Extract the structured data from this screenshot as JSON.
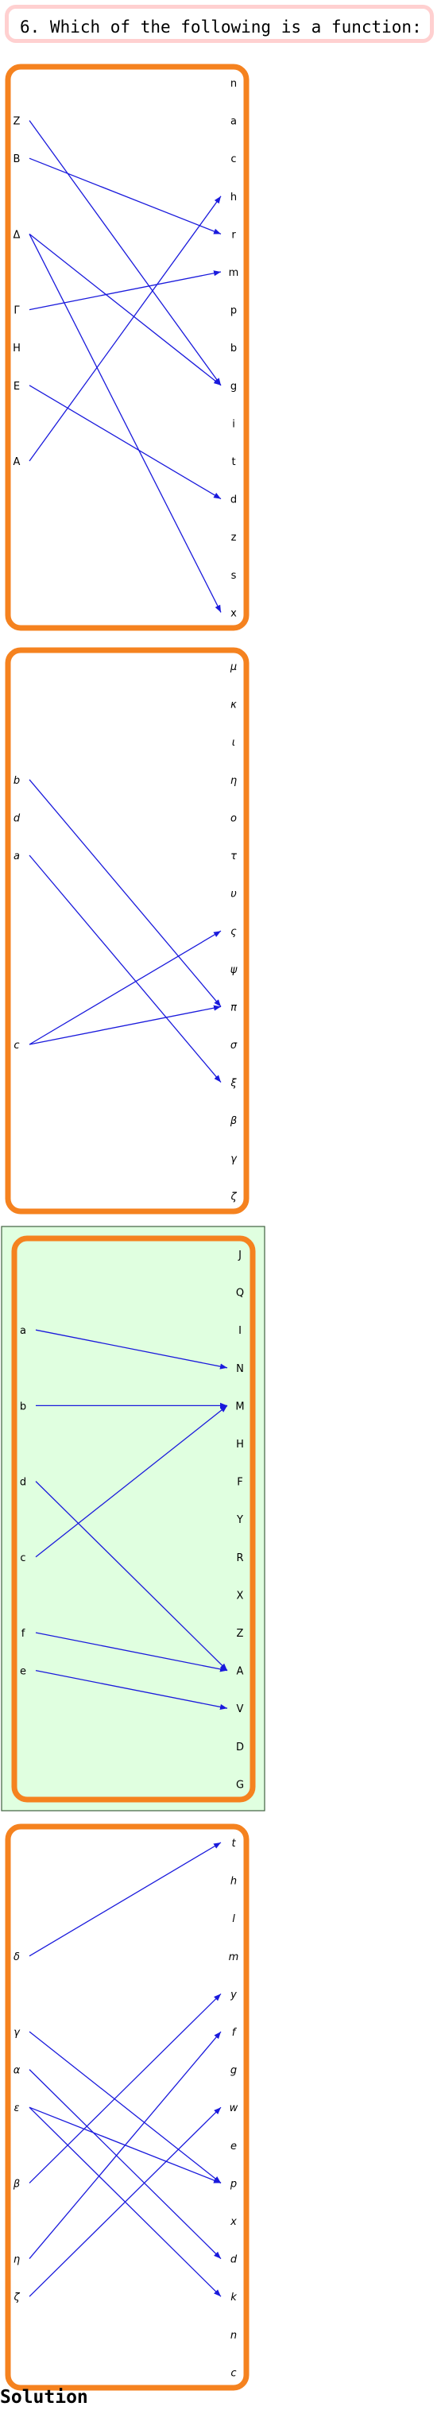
{
  "question": "6. Which of the following is a function:",
  "solution_label": "Solution",
  "colors": {
    "frame": "#f5821f",
    "arrow": "#1a1adc",
    "highlight_fill": "#e0ffe0",
    "highlight_border": "#406040",
    "question_border": "#ffd0d0"
  },
  "diagrams": [
    {
      "highlighted": false,
      "italic": false,
      "left": [
        "Z",
        "B",
        "Δ",
        "Γ",
        "H",
        "E",
        "A"
      ],
      "left_slots": [
        1,
        2,
        4,
        6,
        7,
        8,
        10
      ],
      "right": [
        "n",
        "a",
        "c",
        "h",
        "r",
        "m",
        "p",
        "b",
        "g",
        "i",
        "t",
        "d",
        "z",
        "s",
        "x"
      ],
      "arrows": [
        [
          "Z",
          "g"
        ],
        [
          "B",
          "r"
        ],
        [
          "Δ",
          "g"
        ],
        [
          "Δ",
          "x"
        ],
        [
          "Γ",
          "m"
        ],
        [
          "E",
          "d"
        ],
        [
          "A",
          "h"
        ]
      ]
    },
    {
      "highlighted": false,
      "italic": true,
      "left": [
        "b",
        "d",
        "a",
        "c"
      ],
      "left_slots": [
        3,
        4,
        5,
        10
      ],
      "right": [
        "μ",
        "κ",
        "ι",
        "η",
        "ο",
        "τ",
        "υ",
        "ς",
        "ψ",
        "π",
        "σ",
        "ξ",
        "β",
        "γ",
        "ζ"
      ],
      "arrows": [
        [
          "b",
          "π"
        ],
        [
          "a",
          "ξ"
        ],
        [
          "c",
          "ς"
        ],
        [
          "c",
          "π"
        ]
      ]
    },
    {
      "highlighted": true,
      "italic": false,
      "left": [
        "a",
        "b",
        "d",
        "c",
        "f",
        "e"
      ],
      "left_slots": [
        2,
        4,
        6,
        8,
        10,
        11
      ],
      "right": [
        "J",
        "Q",
        "I",
        "N",
        "M",
        "H",
        "F",
        "Y",
        "R",
        "X",
        "Z",
        "A",
        "V",
        "D",
        "G"
      ],
      "arrows": [
        [
          "a",
          "N"
        ],
        [
          "b",
          "M"
        ],
        [
          "d",
          "A"
        ],
        [
          "c",
          "M"
        ],
        [
          "f",
          "A"
        ],
        [
          "e",
          "V"
        ]
      ]
    },
    {
      "highlighted": false,
      "italic": true,
      "left": [
        "δ",
        "γ",
        "α",
        "ε",
        "β",
        "η",
        "ζ"
      ],
      "left_slots": [
        3,
        5,
        6,
        7,
        9,
        11,
        12
      ],
      "right": [
        "t",
        "h",
        "l",
        "m",
        "y",
        "f",
        "g",
        "w",
        "e",
        "p",
        "x",
        "d",
        "k",
        "n",
        "c"
      ],
      "arrows": [
        [
          "δ",
          "t"
        ],
        [
          "γ",
          "p"
        ],
        [
          "α",
          "d"
        ],
        [
          "ε",
          "p"
        ],
        [
          "ε",
          "k"
        ],
        [
          "β",
          "y"
        ],
        [
          "η",
          "f"
        ],
        [
          "ζ",
          "w"
        ]
      ]
    }
  ]
}
